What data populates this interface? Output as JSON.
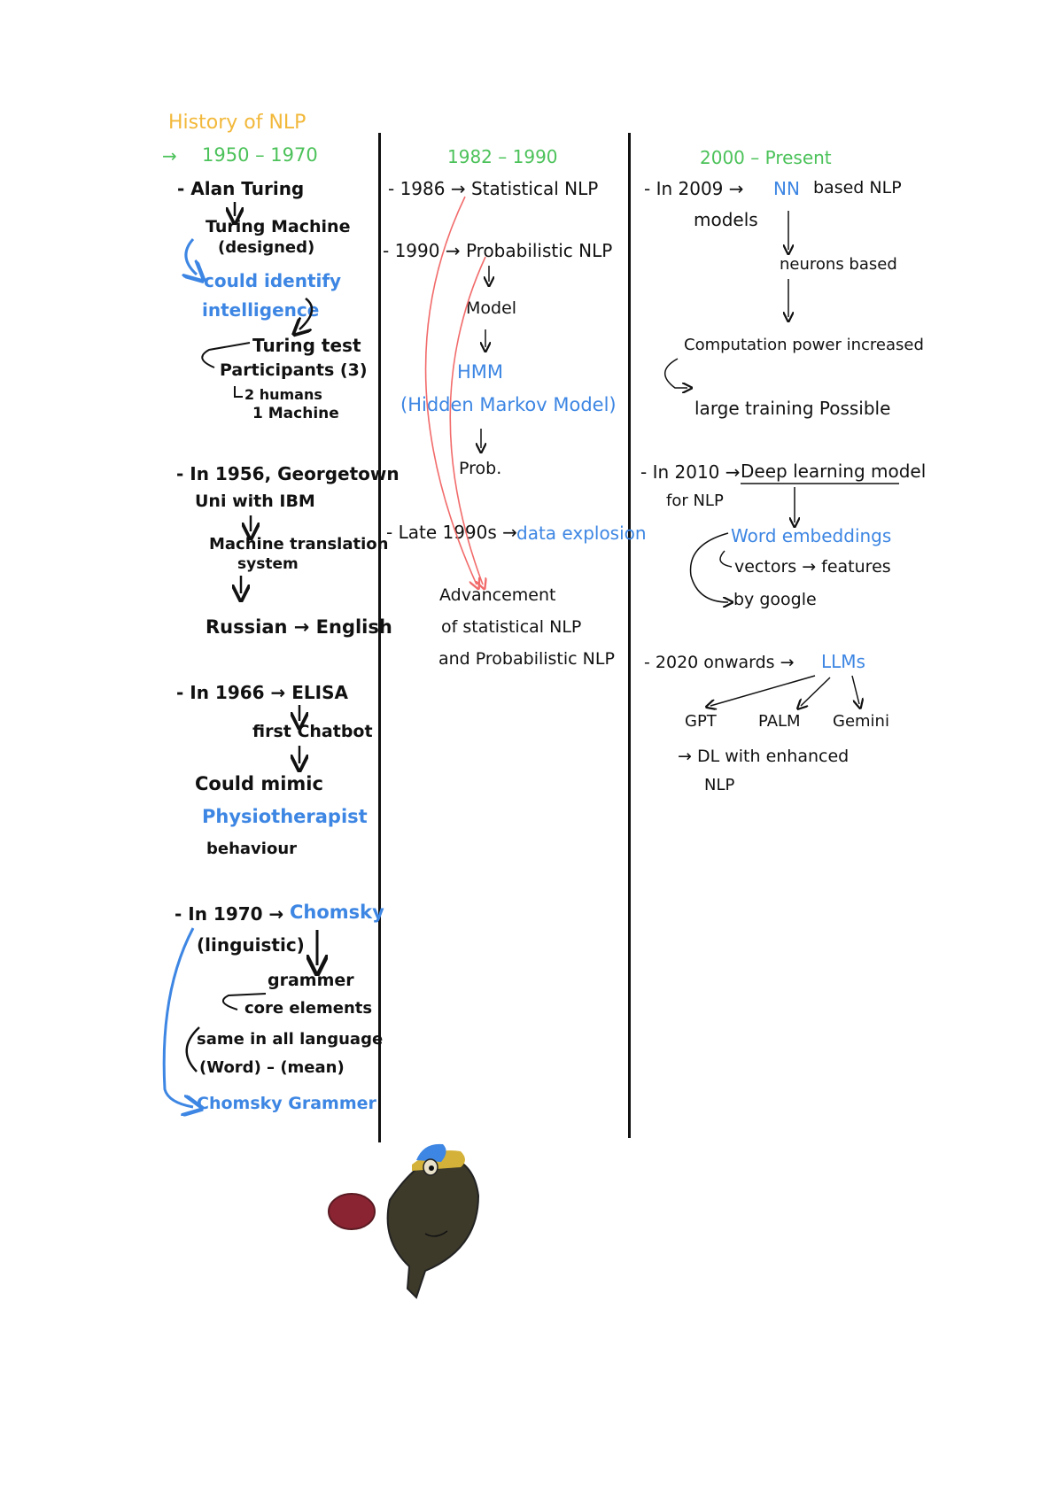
{
  "title": "History of NLP",
  "col1": {
    "heading": "1950 – 1970",
    "arrow": "→",
    "turing": {
      "line1": "- Alan Turing",
      "machine": "Turing Machine",
      "designed": "(designed)",
      "could_identify": "could identify",
      "intelligence": "intelligence",
      "test": "Turing test",
      "participants": "Participants (3)",
      "humans": "2 humans",
      "machine_count": "1 Machine"
    },
    "georgetown": {
      "line1": "- In 1956, Georgetown",
      "line2": "Uni with IBM",
      "mt": "Machine translation",
      "system": "system",
      "russian": "Russian → English"
    },
    "eliza": {
      "line1": "- In 1966 → ELISA",
      "chatbot": "first Chatbot",
      "mimic": "Could mimic",
      "physio": "Physiotherapist",
      "behaviour": "behaviour"
    },
    "chomsky": {
      "line1_prefix": "- In 1970 →",
      "name": "Chomsky",
      "linguistic": "(linguistic)",
      "grammar": "grammer",
      "core": "core elements",
      "same": "same in all language",
      "word_mean": "(Word) – (mean)",
      "result": "Chomsky Grammer"
    }
  },
  "col2": {
    "heading": "1982 – 1990",
    "stat": "- 1986 → Statistical NLP",
    "prob": "- 1990 → Probabilistic NLP",
    "model": "Model",
    "hmm": "HMM",
    "hmm_full": "(Hidden Markov Model)",
    "prob_short": "Prob.",
    "late_prefix": "- Late 1990s →",
    "data_explosion": "data explosion",
    "adv1": "Advancement",
    "adv2": "of statistical NLP",
    "adv3": "and Probabilistic NLP"
  },
  "col3": {
    "heading": "2000 – Present",
    "nn_prefix": "- In 2009 →",
    "nn": "NN",
    "nn_suffix": "based NLP",
    "models": "models",
    "neurons": "neurons based",
    "compute": "Computation power increased",
    "large": "large training Possible",
    "dl_prefix": "- In 2010 →",
    "dl": "Deep learning model",
    "for_nlp": "for NLP",
    "word_emb": "Word embeddings",
    "vectors": "vectors → features",
    "by_google": "by google",
    "llm_prefix": "- 2020 onwards →",
    "llms": "LLMs",
    "gpt": "GPT",
    "palm": "PALM",
    "gemini": "Gemini",
    "dl_enh": "→ DL with enhanced",
    "nlp": "NLP"
  },
  "colors": {
    "black": "#111111",
    "blue": "#3d86e3",
    "green": "#4cc25a",
    "yellow": "#f2b83a",
    "red": "#f26b6b"
  }
}
